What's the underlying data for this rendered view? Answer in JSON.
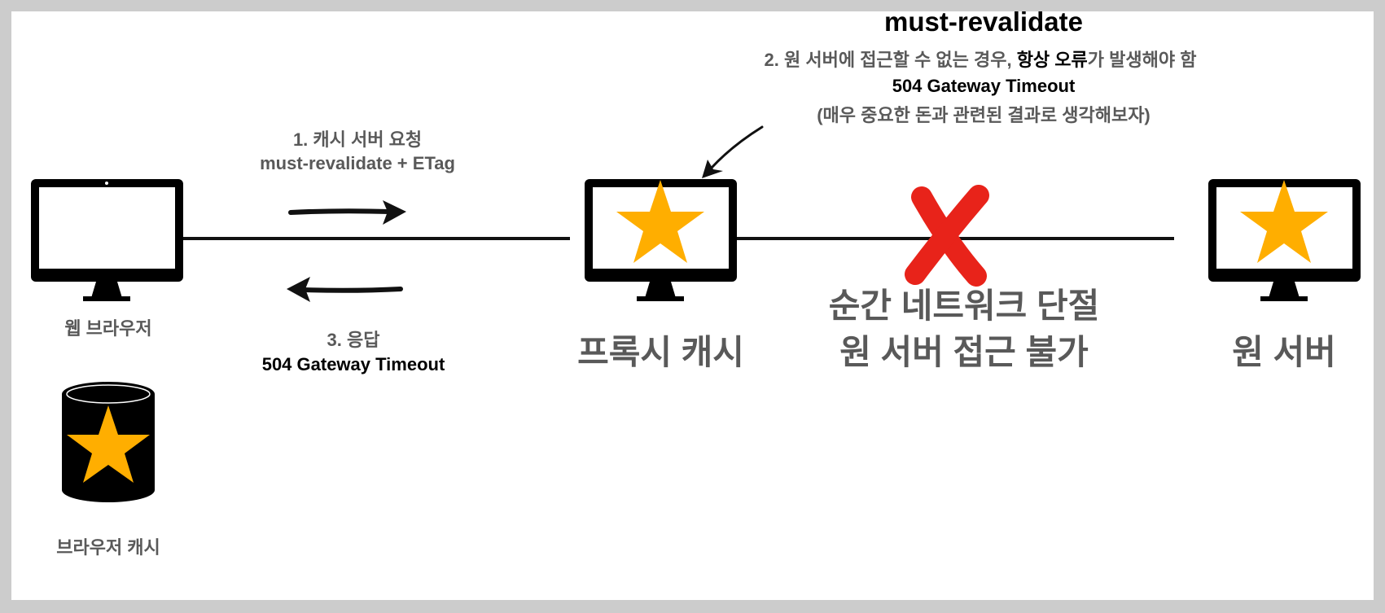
{
  "title": "must-revalidate",
  "note": {
    "line1_prefix": "2. 원 서버에 접근할 수 없는 경우, ",
    "line1_emphasis": "항상 오류",
    "line1_suffix": "가 발생해야 함",
    "line2": "504 Gateway Timeout",
    "line3": "(매우 중요한 돈과 관련된 결과로 생각해보자)"
  },
  "request": {
    "line1": "1. 캐시 서버 요청",
    "line2": "must-revalidate + ETag"
  },
  "response": {
    "line1": "3. 응답",
    "line2": "504 Gateway Timeout"
  },
  "nodes": {
    "browser": "웹 브라우저",
    "browser_cache": "브라우저 캐시",
    "proxy": "프록시 캐시",
    "origin": "원 서버"
  },
  "outage": {
    "line1": "순간 네트워크 단절",
    "line2": "원 서버 접근 불가"
  },
  "colors": {
    "star": "#FFAE00",
    "cross": "#E8231A",
    "text_grey": "#595959",
    "text_black": "#000000"
  }
}
